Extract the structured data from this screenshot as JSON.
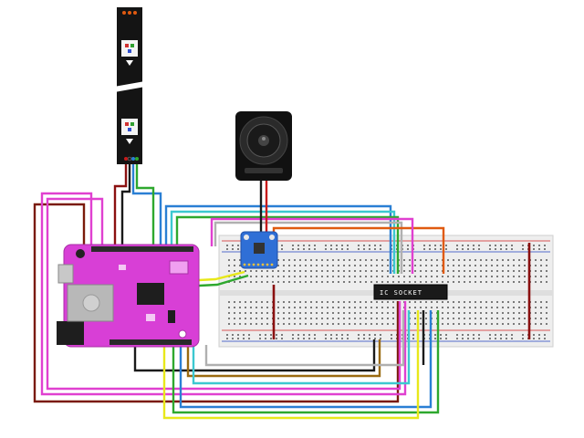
{
  "canvas": {
    "background": "#ffffff"
  },
  "components": {
    "led_strip": {
      "name": "led-strip",
      "color": "#141414",
      "led_count": 2
    },
    "speaker": {
      "name": "speaker",
      "color": "#111111"
    },
    "microcontroller": {
      "name": "feather-board",
      "color": "#d83fd6",
      "module_color": "#b8b8b8"
    },
    "breakout": {
      "name": "sensor-breakout",
      "color": "#2f6fd6"
    },
    "breadboard": {
      "name": "breadboard",
      "color": "#eeeeee",
      "rail_red": "#d02020",
      "rail_blue": "#2040c0"
    },
    "ic_socket": {
      "label": "IC SOCKET",
      "color": "#1a1a1a"
    }
  },
  "wire_colors": {
    "brown": "#7a1a0a",
    "magenta": "#e040d0",
    "blue": "#2a7fd4",
    "green": "#2ea82e",
    "cyan": "#3cc8d0",
    "orange": "#e05a10",
    "yellow": "#e8e81a",
    "gray": "#b0b0b0",
    "gold": "#9a6a10",
    "black": "#1a1a1a",
    "red": "#c81a1a",
    "dark_red": "#8a1010"
  }
}
